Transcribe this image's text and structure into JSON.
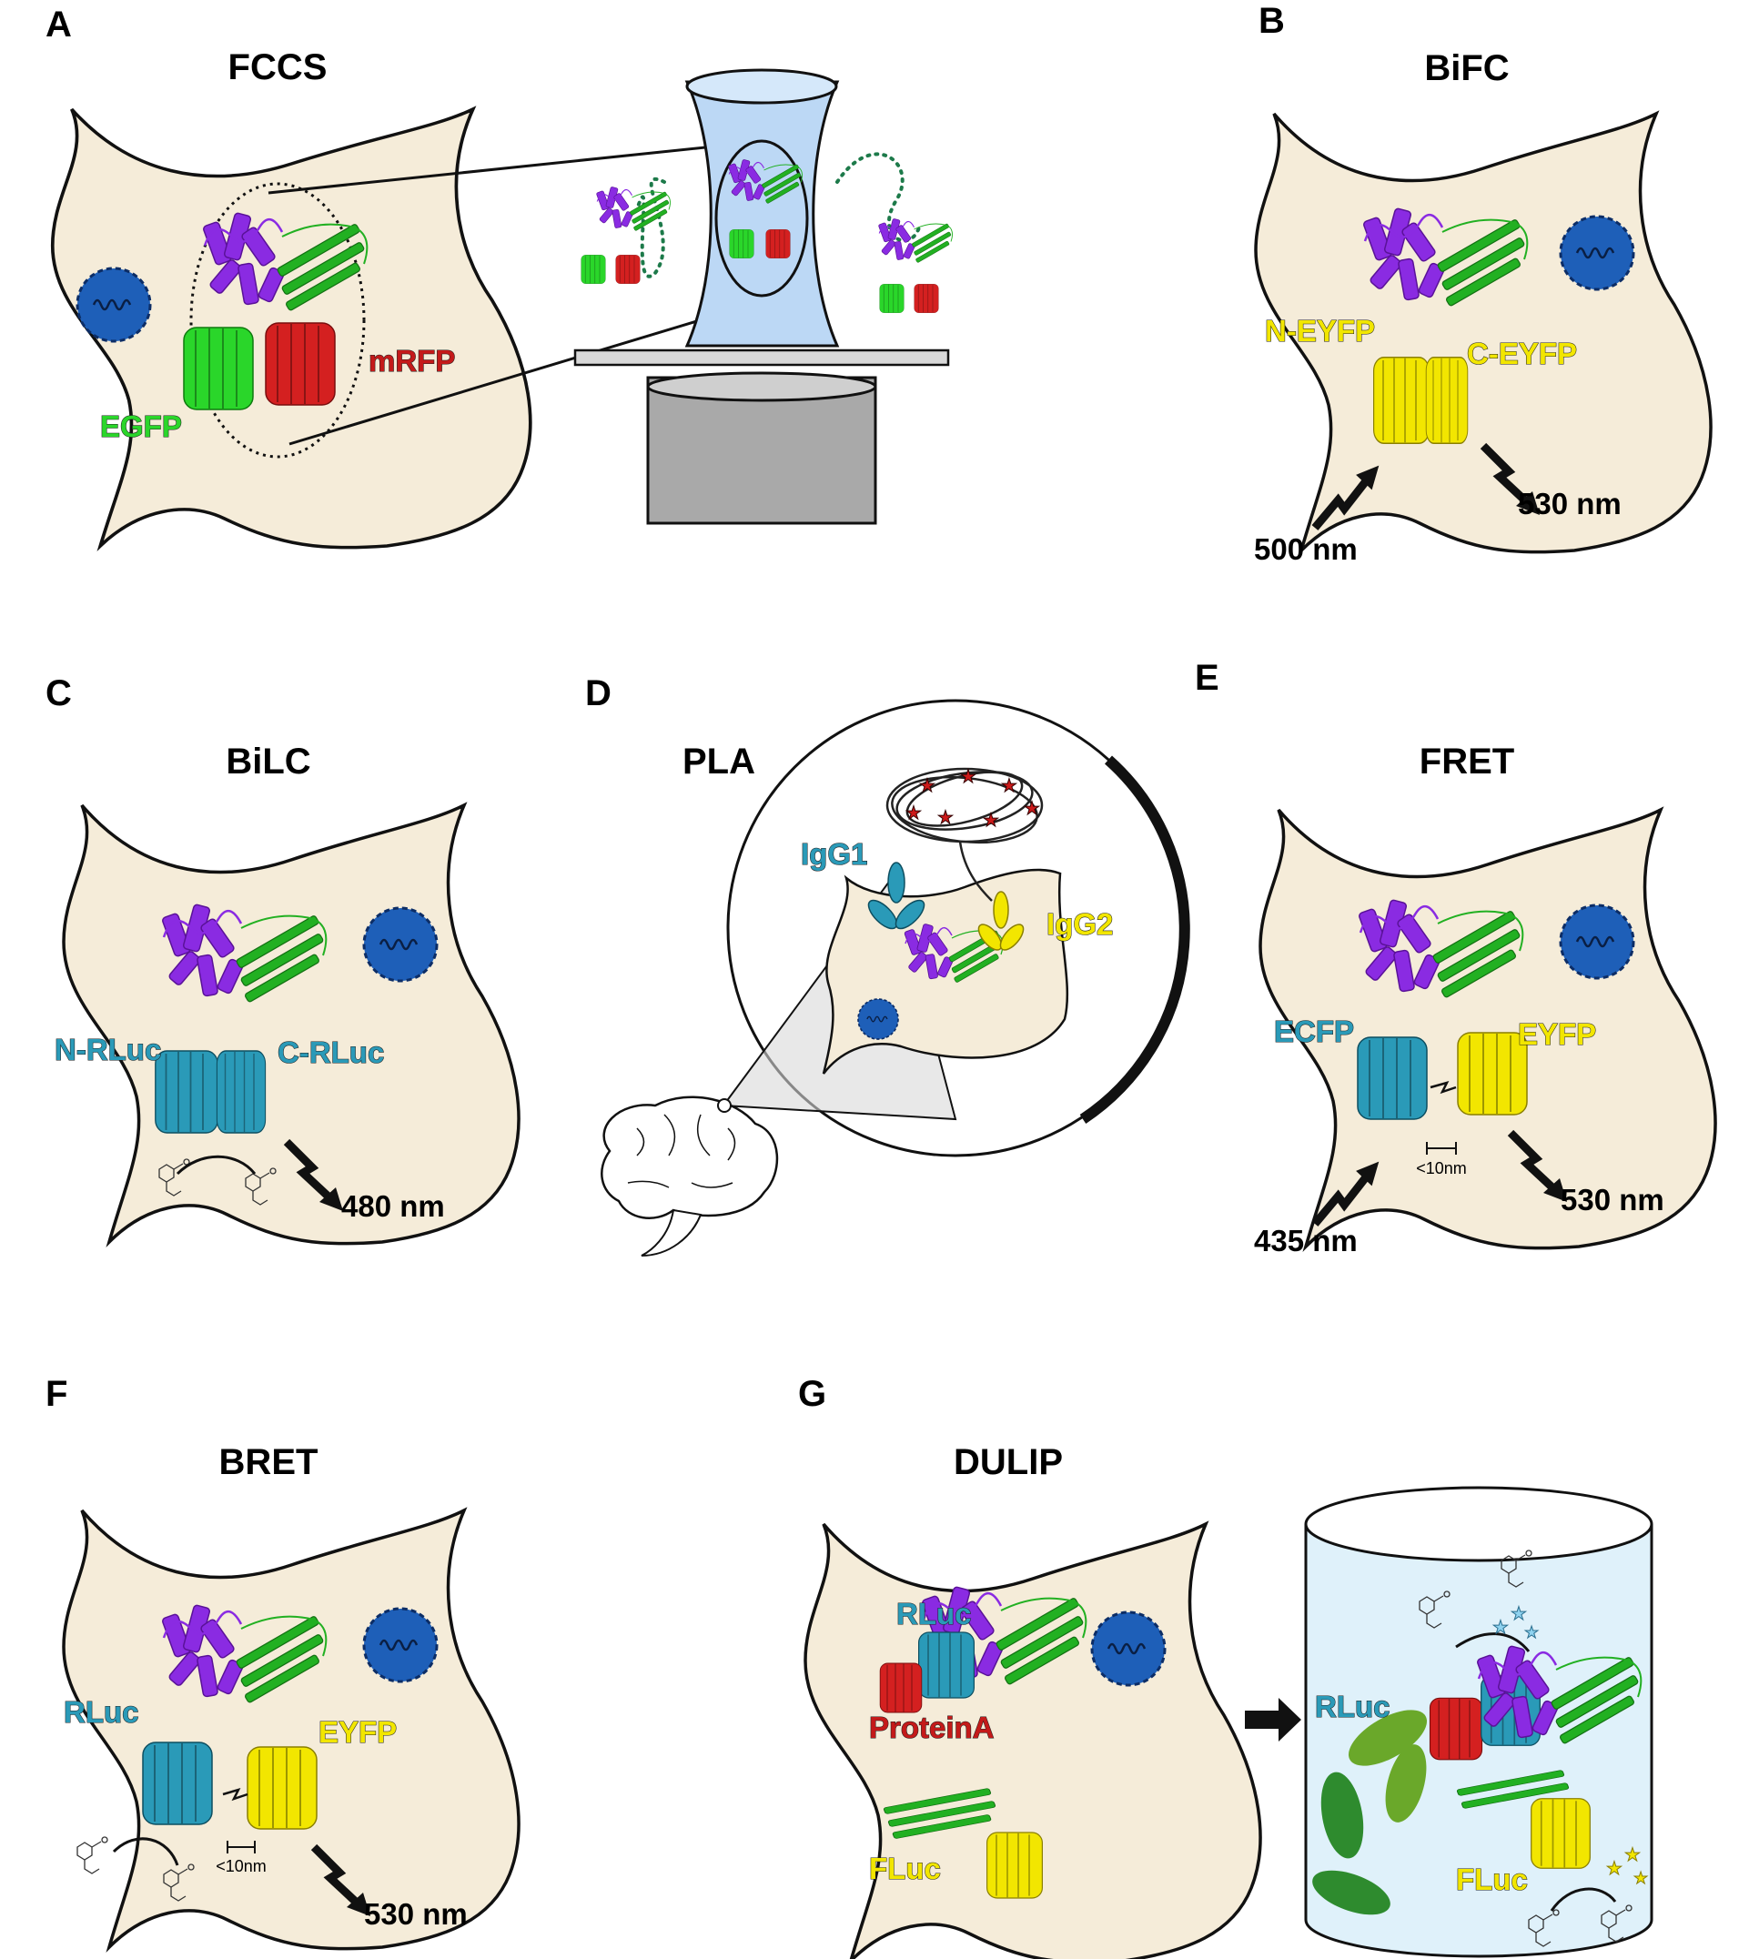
{
  "colors": {
    "cell_fill": "#f5ecd9",
    "nucleus": "#1e5fb8",
    "purple_protein": "#8a2be2",
    "green_protein": "#22b022",
    "egfp": "#2ad62a",
    "mrfp": "#d42020",
    "yellow": "#f2e600",
    "teal": "#2a9ab8",
    "red_label": "#c41a1a",
    "green_label": "#2ad62a",
    "yellow_label": "#f2e600",
    "teal_label": "#2a9ab8",
    "tube_blue": "#bcd8f5",
    "cylinder_blue": "#dff1fa",
    "antibody_green": "#2e8b2e"
  },
  "panels": {
    "a": {
      "letter": "A",
      "title": "FCCS",
      "egfp": "EGFP",
      "mrfp": "mRFP"
    },
    "b": {
      "letter": "B",
      "title": "BiFC",
      "n_label": "N-EYFP",
      "c_label": "C-EYFP",
      "wl_in": "500 nm",
      "wl_out": "530 nm"
    },
    "c": {
      "letter": "C",
      "title": "BiLC",
      "n_label": "N-RLuc",
      "c_label": "C-RLuc",
      "wl_out": "480 nm"
    },
    "d": {
      "letter": "D",
      "title": "PLA",
      "igg1": "IgG1",
      "igg2": "IgG2"
    },
    "e": {
      "letter": "E",
      "title": "FRET",
      "donor": "ECFP",
      "acceptor": "EYFP",
      "distance": "<10nm",
      "wl_in": "435 nm",
      "wl_out": "530 nm"
    },
    "f": {
      "letter": "F",
      "title": "BRET",
      "donor": "RLuc",
      "acceptor": "EYFP",
      "distance": "<10nm",
      "wl_out": "530 nm"
    },
    "g": {
      "letter": "G",
      "title": "DULIP",
      "rluc": "RLuc",
      "proteina": "ProteinA",
      "fluc": "FLuc",
      "rluc_well": "RLuc",
      "fluc_well": "FLuc"
    }
  }
}
